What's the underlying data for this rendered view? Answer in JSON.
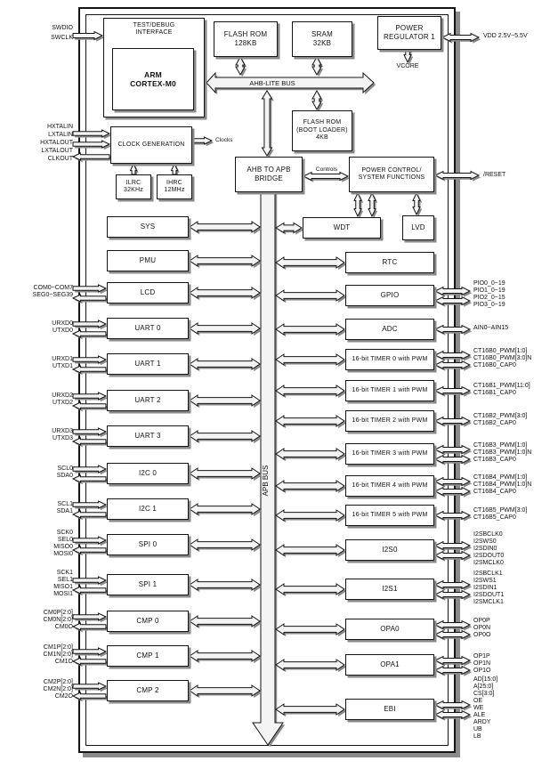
{
  "chip": {
    "top": {
      "test_debug_label": "TEST/DEBUG\nINTERFACE",
      "arm_label": "ARM\nCORTEX-M0",
      "flash_label": "FLASH ROM\n128KB",
      "sram_label": "SRAM\n32KB",
      "power_reg_label": "POWER\nREGULATOR 1",
      "vcore_label": "VCORE",
      "ahb_bus_label": "AHB-LITE BUS",
      "boot_flash_label": "FLASH ROM\n(BOOT LOADER)\n4KB",
      "clock_gen_label": "CLOCK GENERATION",
      "clocks_label": "Clocks",
      "ilrc_label": "ILRC\n32KHz",
      "ihrc_label": "IHRC\n12MHz",
      "bridge_label": "AHB TO APB\nBRIDGE",
      "controls_label": "Controls",
      "power_ctrl_label": "POWER CONTROL/\nSYSTEM FUNCTIONS",
      "wdt_label": "WDT",
      "lvd_label": "LVD"
    },
    "apb_bus_label": "APB BUS",
    "left_pins": {
      "swd": [
        "SWDIO",
        "SWCLK"
      ],
      "clock": [
        "HXTALIN",
        "LXTALIN",
        "HXTALOUT",
        "LXTALOUT",
        "CLKOUT"
      ]
    },
    "right_pins": {
      "vdd": "VDD 2.5V~5.5V",
      "reset": "/RESET"
    },
    "left_peripherals": [
      {
        "label": "SYS",
        "pins": []
      },
      {
        "label": "PMU",
        "pins": []
      },
      {
        "label": "LCD",
        "pins": [
          "COM0~COM7",
          "SEG0~SEG39"
        ]
      },
      {
        "label": "UART 0",
        "pins": [
          "URXD0",
          "UTXD0"
        ]
      },
      {
        "label": "UART 1",
        "pins": [
          "URXD1",
          "UTXD1"
        ]
      },
      {
        "label": "UART 2",
        "pins": [
          "URXD2",
          "UTXD2"
        ]
      },
      {
        "label": "UART 3",
        "pins": [
          "URXD3",
          "UTXD3"
        ]
      },
      {
        "label": "I2C 0",
        "pins": [
          "SCL0",
          "SDA0"
        ]
      },
      {
        "label": "I2C 1",
        "pins": [
          "SCL1",
          "SDA1"
        ]
      },
      {
        "label": "SPI 0",
        "pins": [
          "SCK0",
          "SEL0",
          "MISO0",
          "MOSI0"
        ]
      },
      {
        "label": "SPI 1",
        "pins": [
          "SCK1",
          "SEL1",
          "MISO1",
          "MOSI1"
        ]
      },
      {
        "label": "CMP 0",
        "pins": [
          "CM0P[2:0]",
          "CM0N[2:0]",
          "CM0O"
        ]
      },
      {
        "label": "CMP 1",
        "pins": [
          "CM1P[2:0]",
          "CM1N[2:0]",
          "CM1O"
        ]
      },
      {
        "label": "CMP 2",
        "pins": [
          "CM2P[2:0]",
          "CM2N[2:0]",
          "CM2O"
        ]
      }
    ],
    "right_peripherals": [
      {
        "label": "RTC",
        "pins": []
      },
      {
        "label": "GPIO",
        "pins": [
          "PIO0_0~19",
          "PIO1_0~19",
          "PIO2_0~15",
          "PIO3_0~19"
        ]
      },
      {
        "label": "ADC",
        "pins": [
          "AIN0~AIN15"
        ]
      },
      {
        "label": "16-bit TIMER 0 with PWM",
        "pins": [
          "CT16B0_PWM[1:0]",
          "CT16B0_PWM[3:0]N",
          "CT16B0_CAP0"
        ]
      },
      {
        "label": "16-bit TIMER 1 with PWM",
        "pins": [
          "CT16B1_PWM[11:0]",
          "CT16B1_CAP0"
        ]
      },
      {
        "label": "16-bit TIMER 2 with PWM",
        "pins": [
          "CT16B2_PWM[3:0]",
          "CT16B2_CAP0"
        ]
      },
      {
        "label": "16-bit TIMER 3 with PWM",
        "pins": [
          "CT16B3_PWM[1:0]",
          "CT16B3_PWM[1:0]N",
          "CT16B3_CAP0"
        ]
      },
      {
        "label": "16-bit TIMER 4 with PWM",
        "pins": [
          "CT16B4_PWM[1:0]",
          "CT16B4_PWM[1:0]N",
          "CT16B4_CAP0"
        ]
      },
      {
        "label": "16-bit TIMER 5 with PWM",
        "pins": [
          "CT16B5_PWM[3:0]",
          "CT16B5_CAP0"
        ]
      },
      {
        "label": "I2S0",
        "pins": [
          "I2SBCLK0",
          "I2SWS0",
          "I2SDIN0",
          "I2SDOUT0",
          "I2SMCLK0"
        ]
      },
      {
        "label": "I2S1",
        "pins": [
          "I2SBCLK1",
          "I2SWS1",
          "I2SDIN1",
          "I2SDOUT1",
          "I2SMCLK1"
        ]
      },
      {
        "label": "OPA0",
        "pins": [
          "OP0P",
          "OP0N",
          "OP0O"
        ]
      },
      {
        "label": "OPA1",
        "pins": [
          "OP1P",
          "OP1N",
          "OP1O"
        ]
      },
      {
        "label": "EBI",
        "pins": [
          "AD[15:0]",
          "A[25:0]",
          "CS[3:0]",
          "OE",
          "WE",
          "ALE",
          "ARDY",
          "UB",
          "LB"
        ]
      }
    ],
    "colors": {
      "line": "#141414",
      "fill": "#ffffff",
      "shadow": "#8a8a8a",
      "arrow_fill": "#f4f4f4"
    }
  }
}
